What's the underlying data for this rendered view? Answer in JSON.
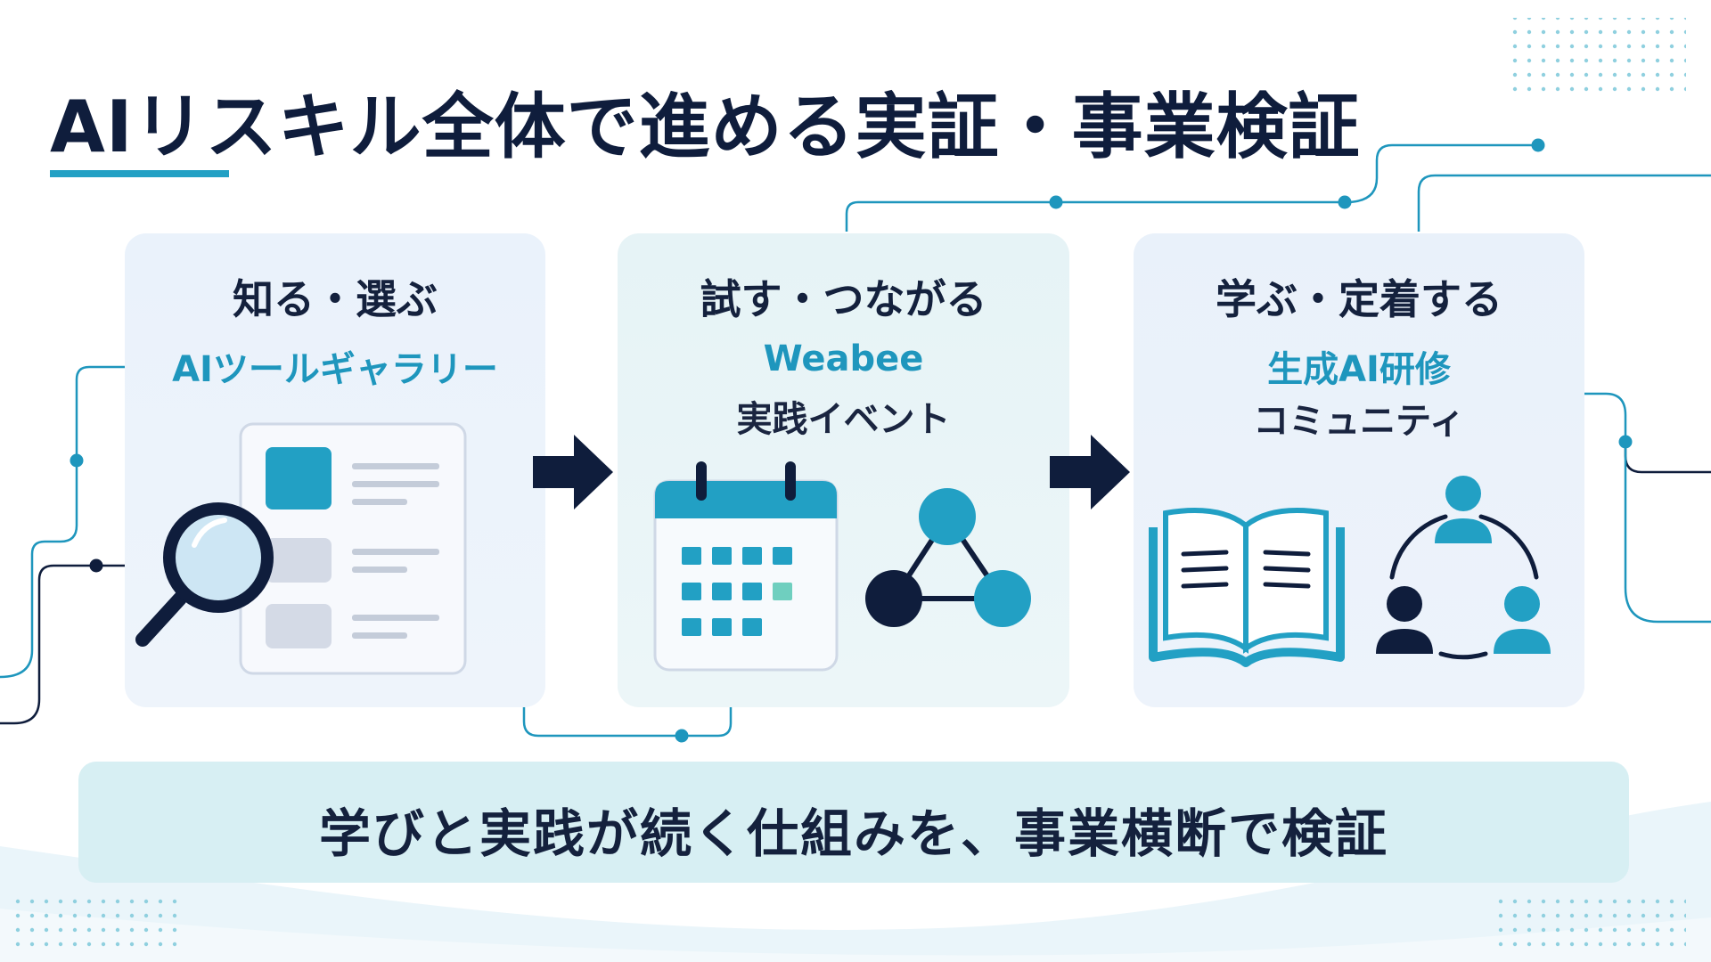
{
  "title": "AIリスキル全体で進める実証・事業検証",
  "cards": [
    {
      "heading": "知る・選ぶ",
      "line1": "AIツールギャラリー",
      "line2": ""
    },
    {
      "heading": "試す・つながる",
      "line1": "Weabee",
      "line2": "実践イベント"
    },
    {
      "heading": "学ぶ・定着する",
      "line1": "生成AI研修",
      "line2": "コミュニティ"
    }
  ],
  "banner": "学びと実践が続く仕組みを、事業横断で検証",
  "colors": {
    "navy": "#0f1d3c",
    "teal": "#22a0c4",
    "mint": "#6fcfbf",
    "card_blue": "#eaf2fb",
    "card_teal": "#e6f3f6",
    "banner": "#d7eff3"
  },
  "icons": [
    "magnifier-icon",
    "list-document-icon",
    "calendar-icon",
    "network-triangle-icon",
    "open-book-icon",
    "community-cycle-icon",
    "arrow-right-icon"
  ]
}
